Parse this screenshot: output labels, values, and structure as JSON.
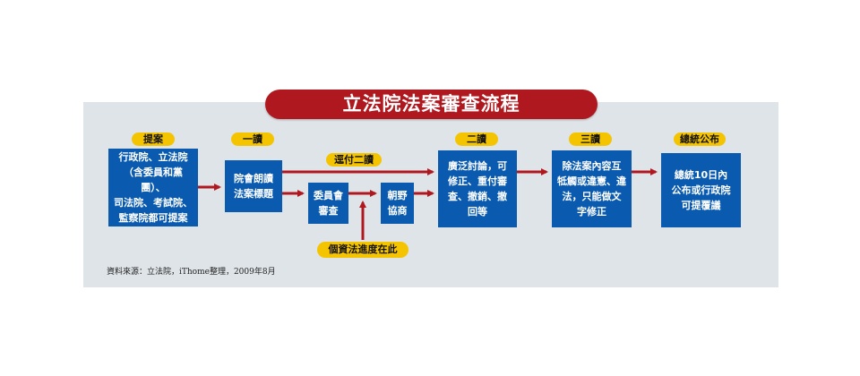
{
  "title": "立法院法案審查流程",
  "tags": {
    "propose": "提案",
    "first_reading": "一讀",
    "refer_second": "逕付二讀",
    "second_reading": "二讀",
    "third_reading": "三讀",
    "promulgate": "總統公布",
    "individual_progress": "個資法進度在此"
  },
  "boxes": {
    "propose": "行政院、立法院\n（含委員和黨團）、\n司法院、考試院、\n監察院都可提案",
    "first_reading": "院會朗讀\n法案標題",
    "committee": "委員會\n審查",
    "negotiation": "朝野\n協商",
    "second_reading": "廣泛討論，可\n修正、重付審\n查、撤銷、撤\n回等",
    "third_reading": "除法案內容互\n牴觸或違憲、違\n法，只能做文\n字修正",
    "promulgate": "總統10日內\n公布或行政院\n可提覆議"
  },
  "source": "資料來源：立法院，iThome整理，2009年8月",
  "colors": {
    "title_bg": "#b0181f",
    "tag_bg": "#f5c400",
    "box_bg": "#0a5bb0",
    "arrow": "#b0181f",
    "panel_bg": "#dfe4e8"
  }
}
